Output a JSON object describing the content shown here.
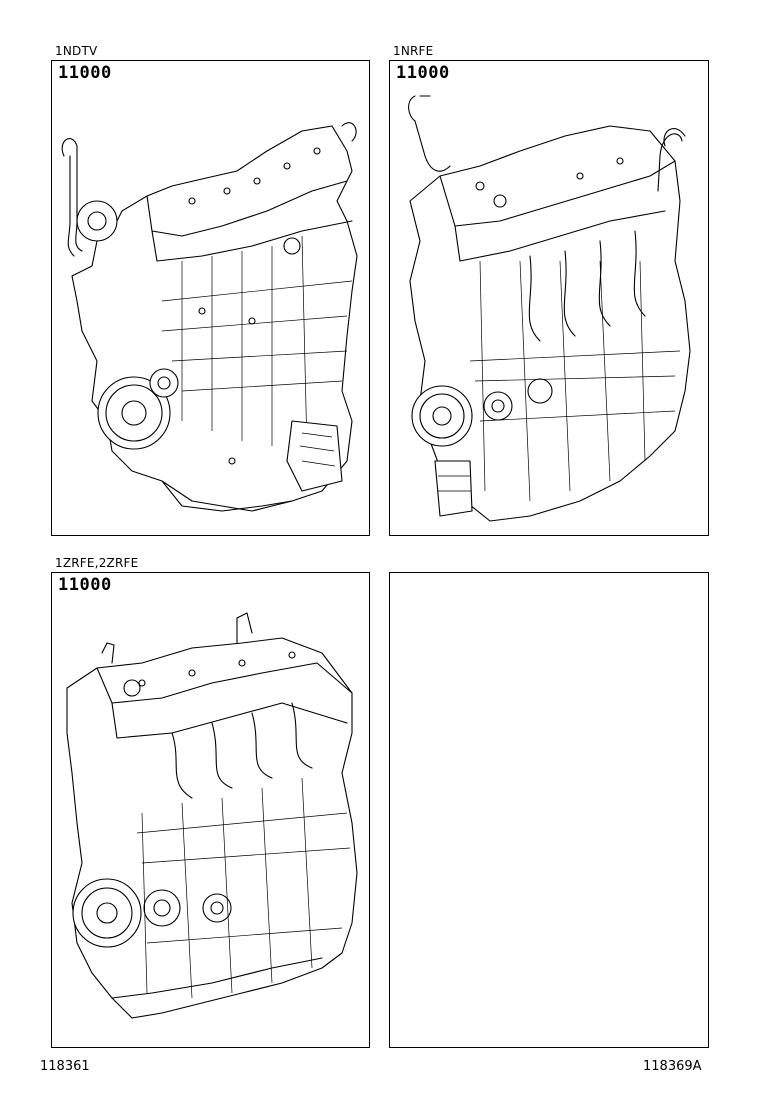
{
  "panels": [
    {
      "engine_code": "1NDTV",
      "part_number": "11000",
      "illustration_icon": "diesel-engine-assembly-icon"
    },
    {
      "engine_code": "1NRFE",
      "part_number": "11000",
      "illustration_icon": "gasoline-engine-assembly-icon"
    },
    {
      "engine_code": "1ZRFE,2ZRFE",
      "part_number": "11000",
      "illustration_icon": "inline-four-engine-assembly-icon"
    },
    {
      "engine_code": "",
      "part_number": "",
      "illustration_icon": ""
    }
  ],
  "footer": {
    "left_code": "118361",
    "right_code": "118369A"
  }
}
